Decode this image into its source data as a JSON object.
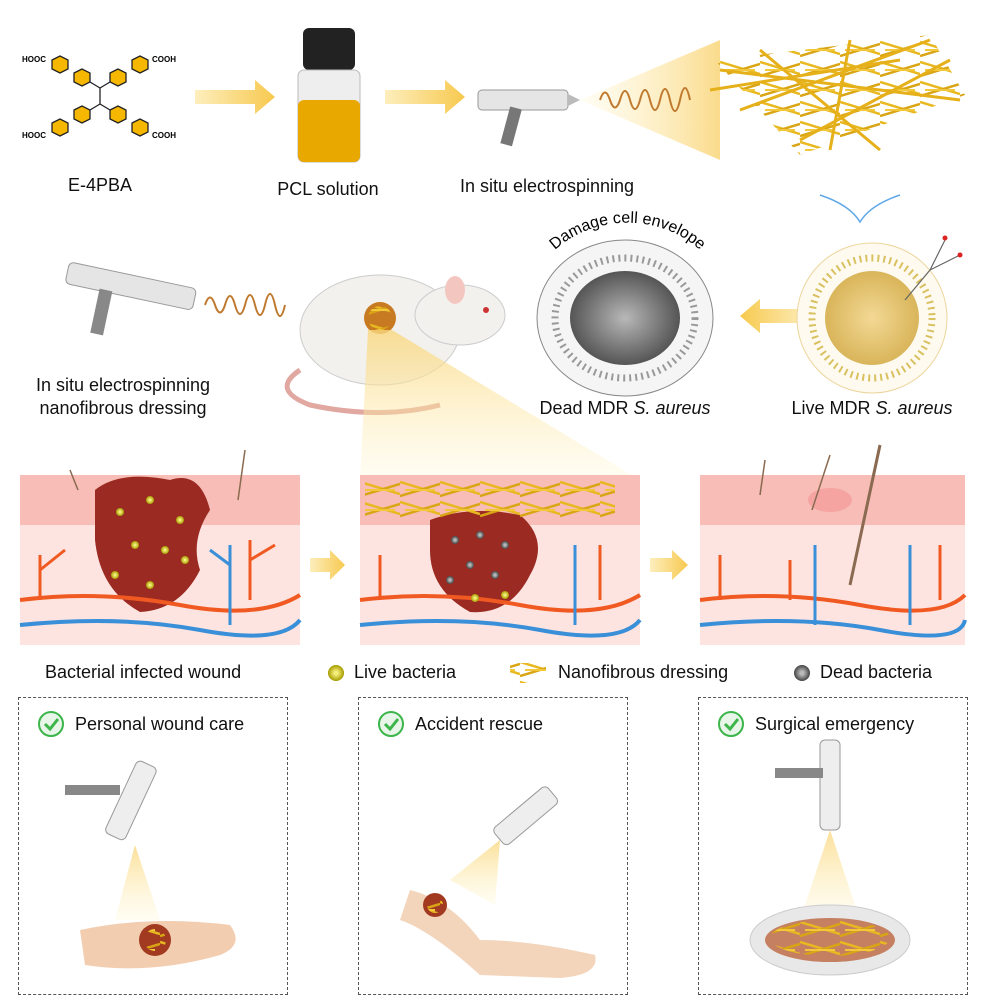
{
  "row1": {
    "molecule_label": "E-4PBA",
    "molecule_groups": [
      "HOOC",
      "COOH",
      "HOOC",
      "COOH"
    ],
    "vial_label": "PCL solution",
    "electrospinning_label": "In situ electrospinning"
  },
  "row2": {
    "dressing_label_line1": "In situ electrospinning",
    "dressing_label_line2": "nanofibrous dressing",
    "envelope_text": "Damage cell envelope",
    "dead_label_prefix": "Dead MDR ",
    "dead_label_species": "S. aureus",
    "live_label_prefix": "Live MDR ",
    "live_label_species": "S. aureus"
  },
  "legend": {
    "wound": "Bacterial infected wound",
    "live": "Live bacteria",
    "dressing": "Nanofibrous dressing",
    "dead": "Dead bacteria"
  },
  "scenarios": [
    {
      "title": "Personal wound care"
    },
    {
      "title": "Accident rescue"
    },
    {
      "title": "Surgical emergency"
    }
  ],
  "colors": {
    "fiber": "#e8b820",
    "arrow": "#f9d77e",
    "skin": "#f7c6c0",
    "wound": "#9b2a22",
    "artery": "#f05a22",
    "vein": "#3a8fd9",
    "check": "#3cb54a"
  }
}
